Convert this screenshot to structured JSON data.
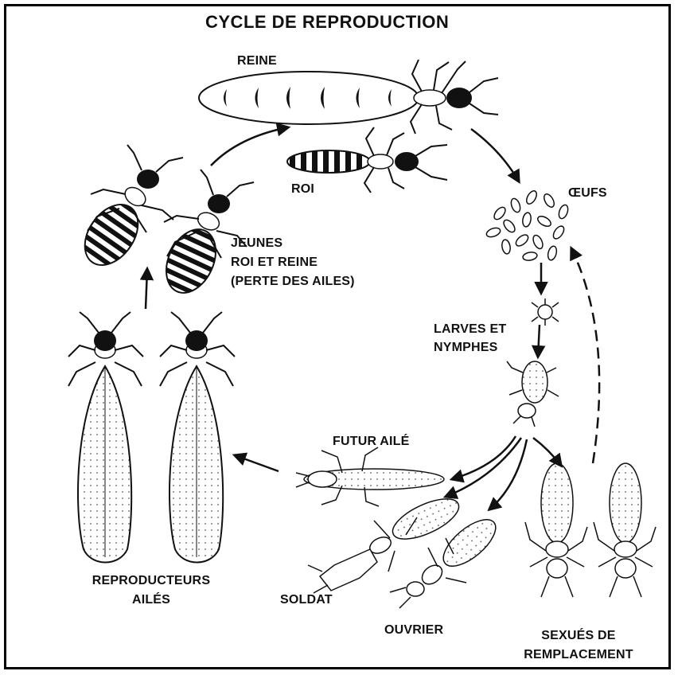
{
  "title": "CYCLE DE REPRODUCTION",
  "labels": {
    "reine": "REINE",
    "roi": "ROI",
    "oeufs": "ŒUFS",
    "jeunes_l1": "JEUNES",
    "jeunes_l2": "ROI ET REINE",
    "jeunes_l3": "(PERTE DES AILES)",
    "larves_l1": "LARVES ET",
    "larves_l2": "NYMPHES",
    "futur_aile": "FUTUR AILÉ",
    "reproducteurs_l1": "REPRODUCTEURS",
    "reproducteurs_l2": "AILÉS",
    "soldat": "SOLDAT",
    "ouvrier": "OUVRIER",
    "sexues_l1": "SEXUÉS DE",
    "sexues_l2": "REMPLACEMENT"
  }
}
